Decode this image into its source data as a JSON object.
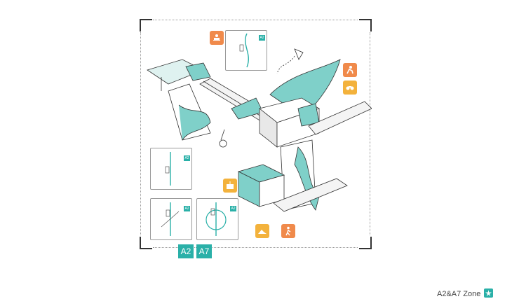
{
  "zone_labels": [
    "A2",
    "A7"
  ],
  "zone_title": "A2&A7 Zone",
  "panel_badges": [
    "A2",
    "A2",
    "A2",
    "A2"
  ],
  "icons": [
    {
      "name": "person-at-desk-icon",
      "color": "#f08a4b"
    },
    {
      "name": "figure-icon",
      "color": "#f08a4b"
    },
    {
      "name": "binoculars-icon",
      "color": "#f3b23c"
    },
    {
      "name": "cargo-container-icon",
      "color": "#f3b23c"
    },
    {
      "name": "hill-icon",
      "color": "#f3b23c"
    },
    {
      "name": "walking-person-icon",
      "color": "#f08a4b"
    }
  ],
  "colors": {
    "teal": "#2ab0a8",
    "orange": "#f08a4b",
    "yellow": "#f3b23c"
  }
}
